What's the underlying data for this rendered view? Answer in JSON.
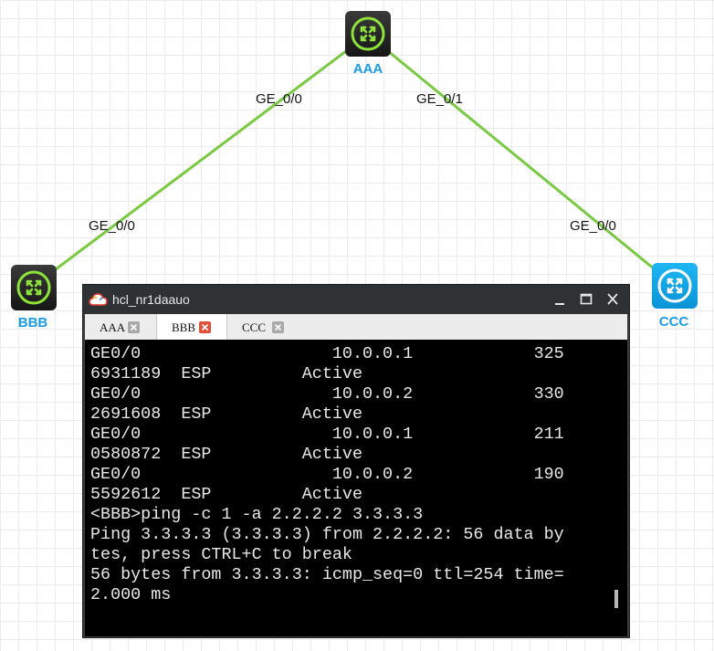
{
  "topology": {
    "devices": [
      {
        "id": "aaa",
        "name": "AAA",
        "style": "dark"
      },
      {
        "id": "bbb",
        "name": "BBB",
        "style": "dark"
      },
      {
        "id": "ccc",
        "name": "CCC",
        "style": "blue"
      }
    ],
    "links": [
      {
        "from": "AAA",
        "from_port": "GE_0/0",
        "to": "BBB",
        "to_port": "GE_0/0"
      },
      {
        "from": "AAA",
        "from_port": "GE_0/1",
        "to": "CCC",
        "to_port": "GE_0/0"
      }
    ],
    "link_color": "#7ac943",
    "device_icon_color": "#8ee33a"
  },
  "terminal_window": {
    "title": "hcl_nr1daauo",
    "tabs": [
      {
        "label": "AAA",
        "active": false
      },
      {
        "label": "BBB",
        "active": true
      },
      {
        "label": "CCC",
        "active": false
      }
    ],
    "lines": [
      "GE0/0                   10.0.0.1            325",
      "6931189  ESP         Active",
      "GE0/0                   10.0.0.2            330",
      "2691608  ESP         Active",
      "GE0/0                   10.0.0.1            211",
      "0580872  ESP         Active",
      "GE0/0                   10.0.0.2            190",
      "5592612  ESP         Active",
      "<BBB>ping -c 1 -a 2.2.2.2 3.3.3.3",
      "Ping 3.3.3.3 (3.3.3.3) from 2.2.2.2: 56 data by",
      "tes, press CTRL+C to break",
      "56 bytes from 3.3.3.3: icmp_seq=0 ttl=254 time=",
      "2.000 ms"
    ]
  },
  "icons": {
    "title": "cloud-icon",
    "minimize": "minimize-icon",
    "maximize": "maximize-icon",
    "close": "close-icon",
    "tab_close": "tab-close-icon"
  }
}
